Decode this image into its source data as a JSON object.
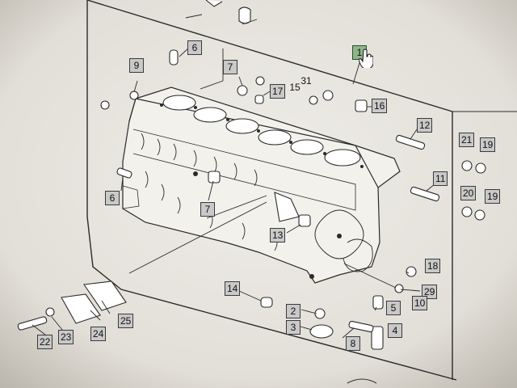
{
  "diagram": {
    "colors": {
      "paper": "#ebe9e4",
      "ink": "#2a2a2a",
      "callout_fill": "#c9c9c9",
      "selected_fill": "#8fb58a",
      "pointer": "#ffffff"
    },
    "selected_callout": "1",
    "callouts": [
      {
        "id": "c1",
        "text": "1",
        "selected": true
      },
      {
        "id": "c6a",
        "text": "6"
      },
      {
        "id": "c9",
        "text": "9"
      },
      {
        "id": "c7a",
        "text": "7"
      },
      {
        "id": "c31",
        "text": "31"
      },
      {
        "id": "c15",
        "text": "15"
      },
      {
        "id": "c17",
        "text": "17"
      },
      {
        "id": "c16",
        "text": "16"
      },
      {
        "id": "c12",
        "text": "12"
      },
      {
        "id": "c21",
        "text": "21"
      },
      {
        "id": "c19a",
        "text": "19"
      },
      {
        "id": "c11",
        "text": "11"
      },
      {
        "id": "c20",
        "text": "20"
      },
      {
        "id": "c19b",
        "text": "19"
      },
      {
        "id": "c6b",
        "text": "6"
      },
      {
        "id": "c7b",
        "text": "7"
      },
      {
        "id": "c13",
        "text": "13"
      },
      {
        "id": "c18",
        "text": "18"
      },
      {
        "id": "c29",
        "text": "29"
      },
      {
        "id": "c10",
        "text": "10"
      },
      {
        "id": "c14",
        "text": "14"
      },
      {
        "id": "c5",
        "text": "5"
      },
      {
        "id": "c2",
        "text": "2"
      },
      {
        "id": "c3",
        "text": "3"
      },
      {
        "id": "c4",
        "text": "4"
      },
      {
        "id": "c8",
        "text": "8"
      },
      {
        "id": "c25",
        "text": "25"
      },
      {
        "id": "c22",
        "text": "22"
      },
      {
        "id": "c23",
        "text": "23"
      },
      {
        "id": "c24",
        "text": "24"
      }
    ]
  }
}
